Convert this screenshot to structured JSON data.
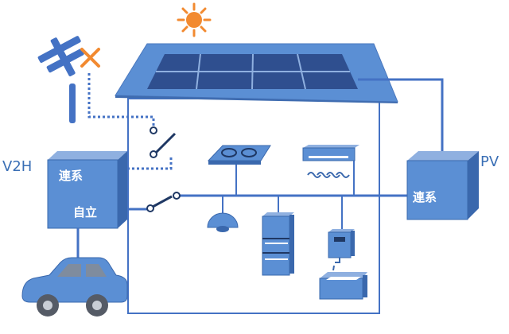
{
  "labels": {
    "v2h": "V2H",
    "pv": "PV",
    "v2h_grid_tie": "連系",
    "v2h_self_sustain": "自立",
    "pv_grid_tie": "連系"
  },
  "icons": {
    "sun": "sun-icon",
    "utility_pole": "utility-pole-icon",
    "outage_mark": "outage-x-icon",
    "solar_panel": "solar-panel-icon",
    "cooktop": "ih-cooktop-icon",
    "air_conditioner": "air-conditioner-icon",
    "ceiling_light": "ceiling-light-icon",
    "refrigerator": "refrigerator-icon",
    "water_heater": "water-heater-icon",
    "sink": "sink-icon",
    "car": "electric-car-icon"
  },
  "colors": {
    "line": "#4472c4",
    "box_fill": "#5b8fd4",
    "box_dark": "#3a68ad",
    "roof": "#5b8fd4",
    "panel": "#2f4f8f",
    "sun": "#f28a30",
    "outage_x": "#f28a30",
    "label": "#3a6fb5"
  }
}
